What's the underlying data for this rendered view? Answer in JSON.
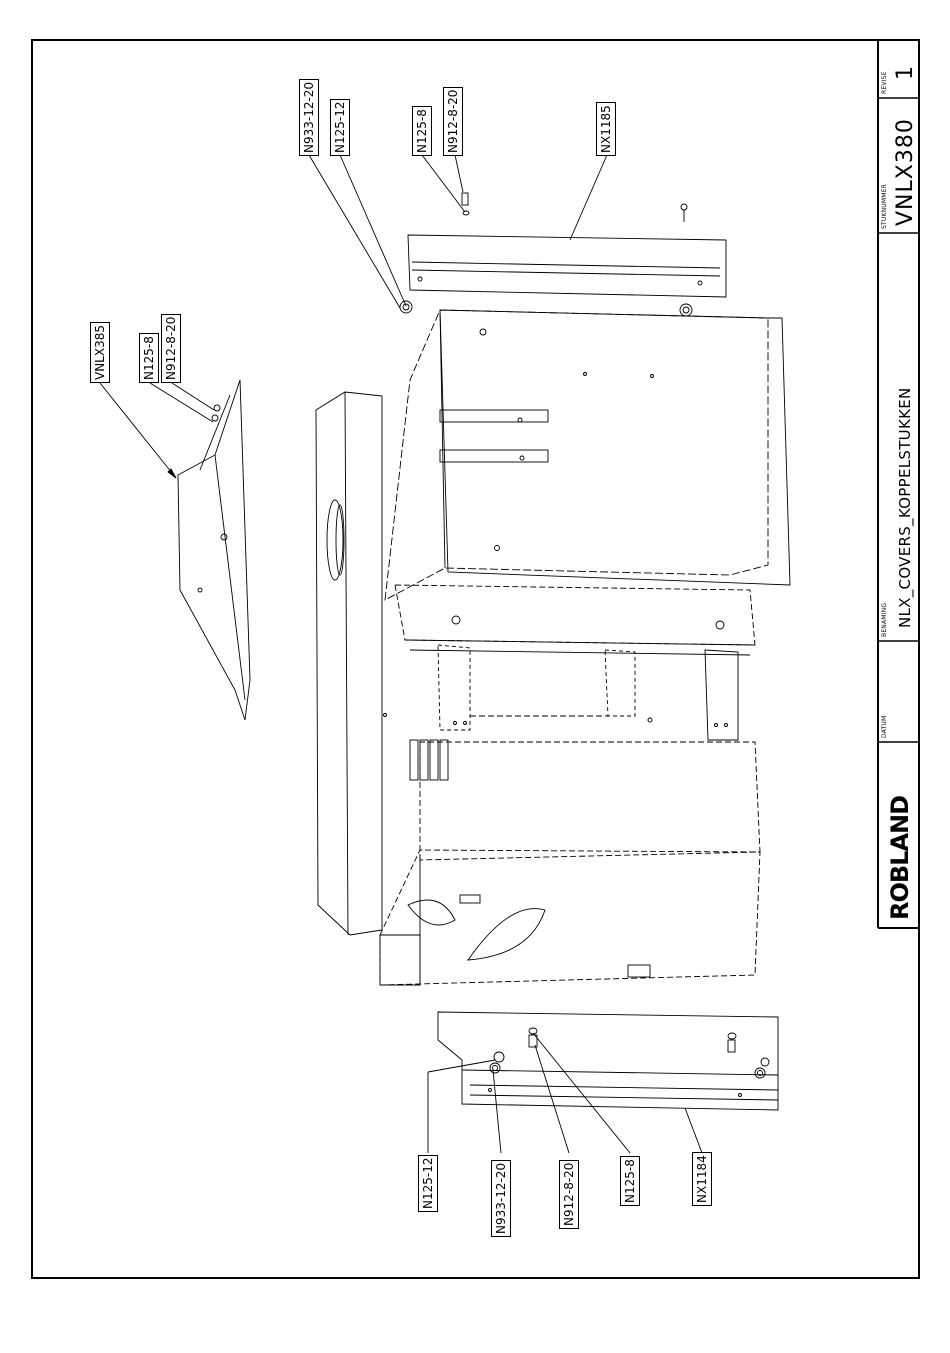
{
  "title_block": {
    "revise_label": "REVISE",
    "revise_value": "1",
    "stuknummer_label": "STUKNUMMER",
    "stuknummer_value": "VNLX380",
    "benaming_label": "BENAMING",
    "benaming_value": "NLX_COVERS_KOPPELSTUKKEN",
    "datum_label": "DATUM",
    "datum_value": "",
    "logo_text": "ROBLAND"
  },
  "callouts": {
    "top_n933": "N933-12-20",
    "top_n125_12": "N125-12",
    "top_n125_8": "N125-8",
    "top_n912": "N912-8-20",
    "top_nx1185": "NX1185",
    "left_vnlx385": "VNLX385",
    "left_n125_8": "N125-8",
    "left_n912": "N912-8-20",
    "bot_n125_12": "N125-12",
    "bot_n933": "N933-12-20",
    "bot_n912": "N912-8-20",
    "bot_n125_8": "N125-8",
    "bot_nx1184": "NX1184"
  }
}
